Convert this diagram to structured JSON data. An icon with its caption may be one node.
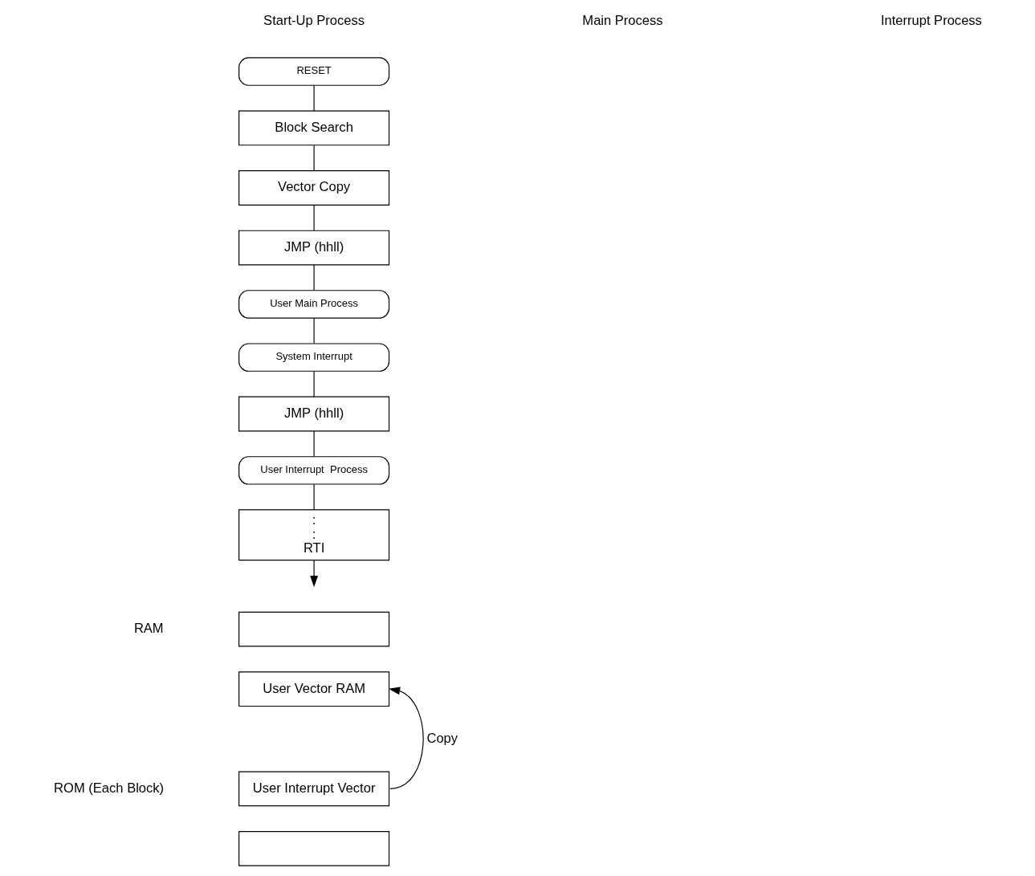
{
  "diagram": {
    "nodes": [
      {
        "text": [
          "RESET"
        ]
      },
      {
        "text": [
          "Block Search"
        ]
      },
      {
        "text": [
          "Vector Copy"
        ]
      },
      {
        "text": [
          "JMP (hhll)"
        ]
      },
      {
        "text": [
          "User Main Process"
        ]
      },
      {
        "text": [
          "System Interrupt"
        ]
      },
      {
        "text": [
          "JMP (hhll)"
        ]
      },
      {
        "text": [
          "User Interrupt  Process"
        ]
      },
      {
        "text": [
          ":",
          ":",
          "RTI"
        ]
      },
      {
        "text": [],
        "shape": "box"
      },
      {
        "text": [
          "User Vector RAM"
        ]
      },
      {
        "text": [
          "User Interrupt Vector"
        ]
      },
      {
        "text": [],
        "shape": "box"
      }
    ],
    "edges": [
      {
        "from": 0,
        "to": 1,
        "arrow": "none"
      },
      {
        "from": 1,
        "to": 2,
        "arrow": "none"
      },
      {
        "from": 2,
        "to": 3,
        "arrow": "none"
      },
      {
        "from": 3,
        "to": 4,
        "arrow": "none"
      },
      {
        "from": 4,
        "to": 5,
        "arrow": "none"
      },
      {
        "from": 5,
        "to": 6,
        "arrow": "none"
      },
      {
        "from": 6,
        "to": 7,
        "arrow": "none"
      },
      {
        "from": 7,
        "to": 8,
        "arrow": "none"
      },
      {
        "from": 8,
        "to": null,
        "arrow": "to"
      },
      {
        "from": 11,
        "to": 10,
        "arrow": "to",
        "label": "Copy"
      }
    ],
    "labels": [
      "Start-Up Process",
      "Main Process",
      "Interrupt Process",
      "RAM",
      "ROM (Each Block)"
    ]
  }
}
